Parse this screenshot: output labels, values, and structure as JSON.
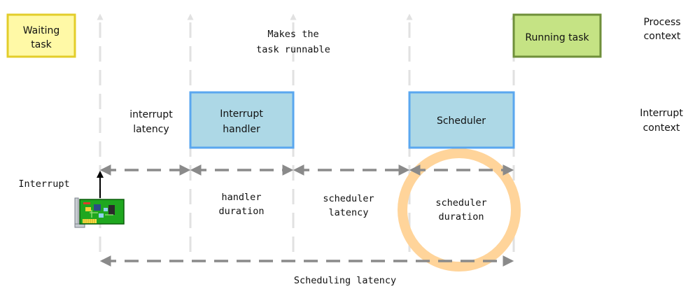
{
  "boxes": {
    "waiting_task": [
      "Waiting",
      "task"
    ],
    "running_task": [
      "Running task"
    ],
    "interrupt_handler": [
      "Interrupt",
      "handler"
    ],
    "scheduler": [
      "Scheduler"
    ]
  },
  "contexts": {
    "process": [
      "Process",
      "context"
    ],
    "interrupt": [
      "Interrupt",
      "context"
    ]
  },
  "labels": {
    "makes_runnable": [
      "Makes the",
      "task runnable"
    ],
    "interrupt_latency": [
      "interrupt",
      "latency"
    ],
    "interrupt": [
      "Interrupt"
    ],
    "handler_duration": [
      "handler",
      "duration"
    ],
    "scheduler_latency": [
      "scheduler",
      "latency"
    ],
    "scheduler_duration": [
      "scheduler",
      "duration"
    ],
    "scheduling_latency": [
      "Scheduling latency"
    ]
  },
  "colors": {
    "waiting_fill": "#fff9a6",
    "waiting_stroke": "#e3cd2a",
    "running_fill": "#c5e384",
    "running_stroke": "#6f8f3a",
    "interrupt_box_fill": "#add8e6",
    "interrupt_box_stroke": "#5aa7ef",
    "highlight_ring": "#ffd49a",
    "guide": "#e1e1e1",
    "arrow": "#8a8a8a"
  },
  "icons": {
    "nic": "network-card-icon"
  }
}
